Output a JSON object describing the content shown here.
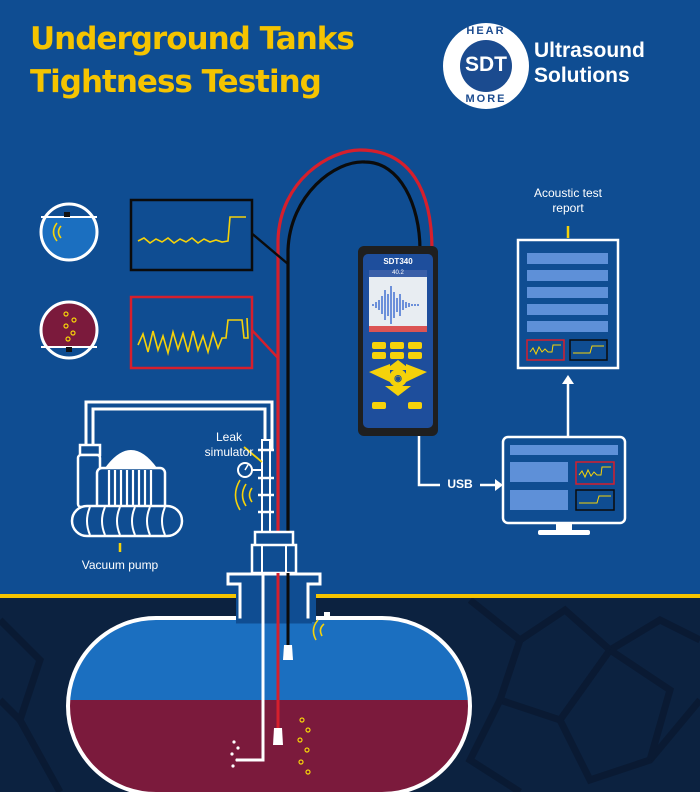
{
  "title_line1": "Underground Tanks",
  "title_line2": "Tightness Testing",
  "logo": {
    "top_word": "HEAR",
    "center_word": "SDT",
    "bottom_word": "MORE",
    "brand_line1": "Ultrasound",
    "brand_line2": "Solutions"
  },
  "device": {
    "model": "SDT340",
    "screen_value": "40.2"
  },
  "labels": {
    "acoustic_report": "Acoustic test report",
    "leak_simulator": "Leak simulator",
    "vacuum_pump": "Vacuum pump",
    "usb": "USB"
  },
  "colors": {
    "background": "#0f4d92",
    "title": "#f5c400",
    "air_blue": "#1b6fc0",
    "liquid_maroon": "#7b1a3c",
    "signal_yellow": "#f5d20a",
    "cable_red": "#d61f2c",
    "cable_black": "#0b0b0b"
  },
  "icons": [
    "sdt-logo-icon",
    "sound-waves-icon",
    "bubbles-icon",
    "signal-trace-icon",
    "pressure-gauge-icon",
    "arrow-icon",
    "monitor-icon"
  ]
}
